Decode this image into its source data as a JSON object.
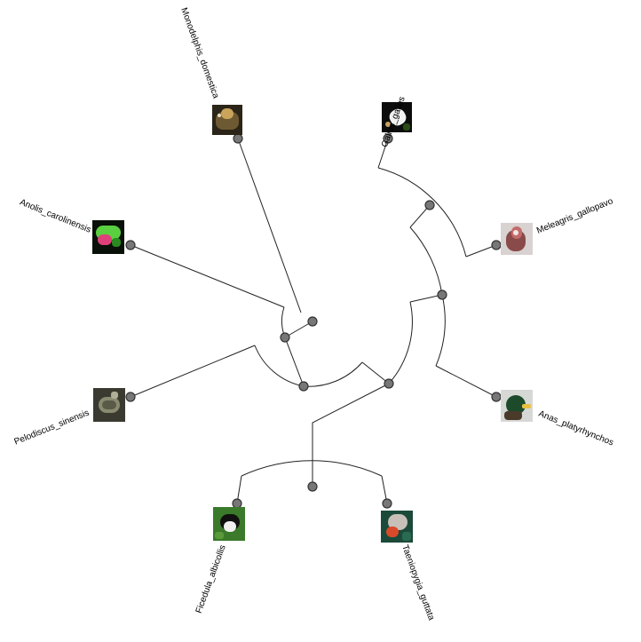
{
  "tree": {
    "leaves": [
      {
        "id": "monodelphis",
        "label": "Monodelphis_domestica",
        "thumb_palette": [
          "#2b2418",
          "#6e5a32",
          "#c9a45a",
          "#e8dcc0"
        ]
      },
      {
        "id": "gallus",
        "label": "Gallus_gallus",
        "thumb_palette": [
          "#0c0c0c",
          "#f2f2f2",
          "#c9a060",
          "#2a4a18"
        ]
      },
      {
        "id": "meleagris",
        "label": "Meleagris_gallopavo",
        "thumb_palette": [
          "#d8d2d0",
          "#8a4a4a",
          "#c46a6a",
          "#efe9e6"
        ]
      },
      {
        "id": "anas",
        "label": "Anas_platyrhynchos",
        "thumb_palette": [
          "#d6d8d6",
          "#1c4a2a",
          "#4a3a2a",
          "#e8c040"
        ]
      },
      {
        "id": "taeniopygia",
        "label": "Taeniopygia_guttata",
        "thumb_palette": [
          "#1c4a3a",
          "#d84a2a",
          "#c8c0b8",
          "#2a6a52"
        ]
      },
      {
        "id": "ficedula",
        "label": "Ficedula_albicollis",
        "thumb_palette": [
          "#3a7a2a",
          "#101010",
          "#f0f0f0",
          "#5a9a3a"
        ]
      },
      {
        "id": "pelodiscus",
        "label": "Pelodiscus_sinensis",
        "thumb_palette": [
          "#3a3a30",
          "#8a8a70",
          "#5a5a48",
          "#b0b098"
        ]
      },
      {
        "id": "anolis",
        "label": "Anolis_carolinensis",
        "thumb_palette": [
          "#081008",
          "#5ad040",
          "#e0407a",
          "#2a8a20"
        ]
      }
    ]
  }
}
